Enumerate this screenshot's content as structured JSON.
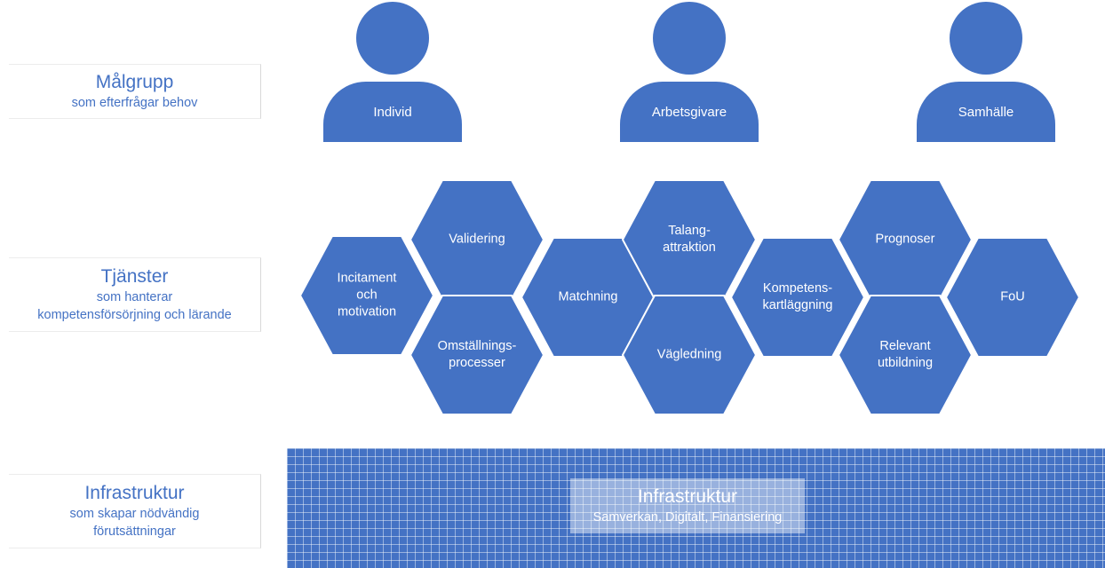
{
  "rows": {
    "malgrupp": {
      "title": "Målgrupp",
      "subtitle": "som efterfrågar behov"
    },
    "tjanster": {
      "title": "Tjänster",
      "subtitle": "som hanterar\nkompetensförsörjning och lärande"
    },
    "infrastruktur": {
      "title": "Infrastruktur",
      "subtitle": "som skapar nödvändig\nförutsättningar"
    }
  },
  "target_groups": [
    {
      "label": "Individ",
      "icon": "person-icon"
    },
    {
      "label": "Arbetsgivare",
      "icon": "person-icon"
    },
    {
      "label": "Samhälle",
      "icon": "person-icon"
    }
  ],
  "services": [
    {
      "id": "incitament",
      "label": "Incitament\noch\nmotivation"
    },
    {
      "id": "validering",
      "label": "Validering"
    },
    {
      "id": "omstallning",
      "label": "Omställnings-\nprocesser"
    },
    {
      "id": "matchning",
      "label": "Matchning"
    },
    {
      "id": "talang",
      "label": "Talang-\nattraktion"
    },
    {
      "id": "vagledning",
      "label": "Vägledning"
    },
    {
      "id": "kompetens",
      "label": "Kompetens-\nkartläggning"
    },
    {
      "id": "prognoser",
      "label": "Prognoser"
    },
    {
      "id": "relevant",
      "label": "Relevant\nutbildning"
    },
    {
      "id": "fou",
      "label": "FoU"
    }
  ],
  "infrastructure": {
    "title": "Infrastruktur",
    "subtitle": "Samverkan, Digitalt, Finansiering"
  },
  "colors": {
    "primary": "#4472c4",
    "hex_stroke": "#ffffff",
    "label_text": "#4472c4"
  }
}
